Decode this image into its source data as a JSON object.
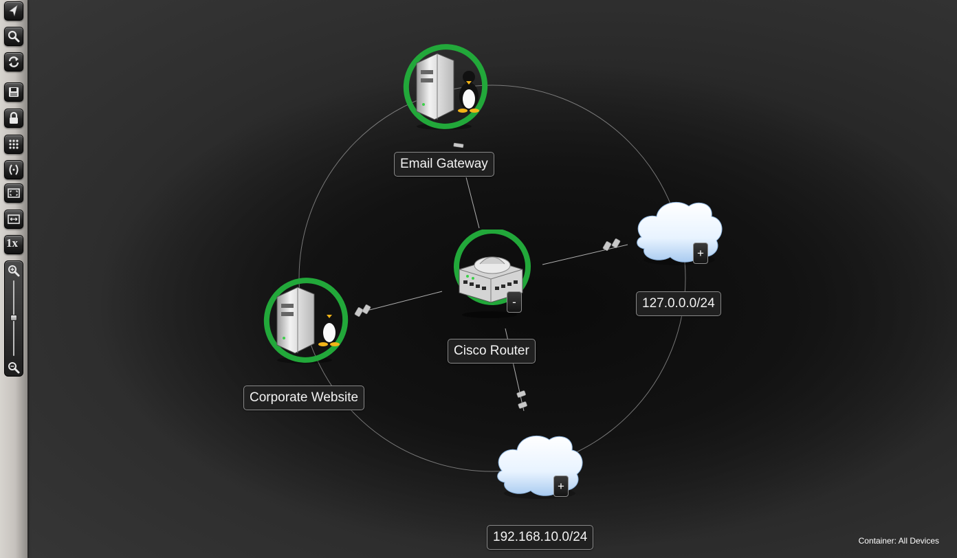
{
  "toolbar": {
    "buttons": [
      {
        "name": "select-tool",
        "icon": "arrow-pointer-icon"
      },
      {
        "name": "search-tool",
        "icon": "magnifier-icon"
      },
      {
        "name": "refresh",
        "icon": "refresh-icon"
      },
      {
        "name": "save",
        "icon": "floppy-disk-icon"
      },
      {
        "name": "lock",
        "icon": "lock-icon"
      },
      {
        "name": "grid-layout",
        "icon": "grid-dots-icon"
      },
      {
        "name": "circle-layout",
        "icon": "parentheses-icon"
      },
      {
        "name": "fit-to-screen",
        "icon": "fit-screen-icon"
      },
      {
        "name": "fit-width",
        "icon": "fit-width-icon"
      },
      {
        "name": "actual-size",
        "icon": "one-x-icon",
        "label": "1x"
      }
    ],
    "zoom": {
      "level": 0.5,
      "zoom_in_icon": "zoom-in-icon",
      "zoom_out_icon": "zoom-out-icon"
    }
  },
  "topology": {
    "nodes": [
      {
        "id": "email-gateway",
        "label": "Email Gateway",
        "type": "linux-server",
        "status": "up"
      },
      {
        "id": "cisco-router",
        "label": "Cisco Router",
        "type": "router",
        "status": "up",
        "expand": "-"
      },
      {
        "id": "corporate-website",
        "label": "Corporate Website",
        "type": "linux-server",
        "status": "up"
      },
      {
        "id": "net-127",
        "label": "127.0.0.0/24",
        "type": "network-cloud",
        "expand": "+"
      },
      {
        "id": "net-192",
        "label": "192.168.10.0/24",
        "type": "network-cloud",
        "expand": "+"
      }
    ],
    "links": [
      {
        "from": "cisco-router",
        "to": "email-gateway"
      },
      {
        "from": "cisco-router",
        "to": "corporate-website"
      },
      {
        "from": "cisco-router",
        "to": "net-127"
      },
      {
        "from": "cisco-router",
        "to": "net-192"
      }
    ]
  },
  "colors": {
    "status_ring": "#22a83a",
    "label_bg": "#202020",
    "link_line": "#b0b0b0"
  },
  "status_bar": {
    "container_text": "Container: All Devices"
  }
}
